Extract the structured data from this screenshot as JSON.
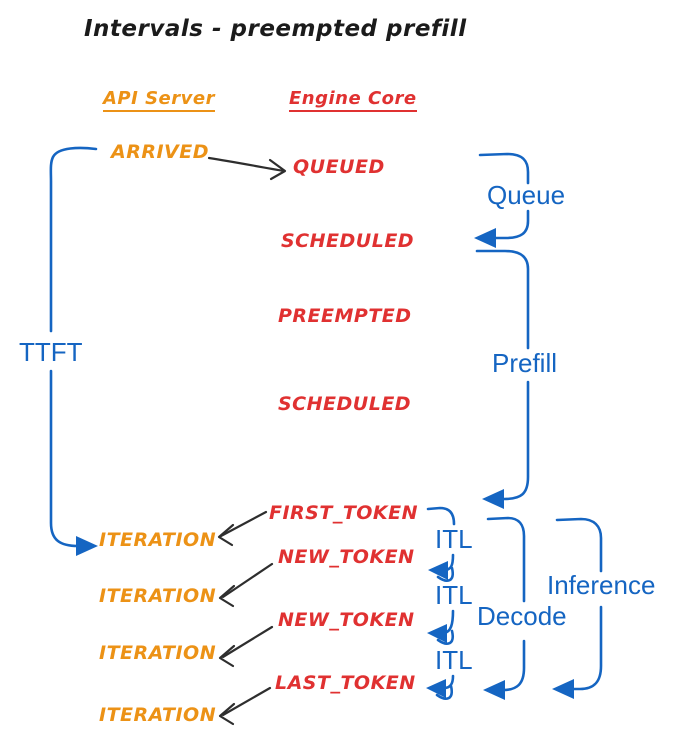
{
  "title": "Intervals - preempted prefill",
  "columns": {
    "api_server": "API Server",
    "engine_core": "Engine Core"
  },
  "events": {
    "arrived": "ARRIVED",
    "queued": "QUEUED",
    "scheduled1": "SCHEDULED",
    "preempted": "PREEMPTED",
    "scheduled2": "SCHEDULED",
    "first_token": "FIRST_TOKEN",
    "new_token1": "NEW_TOKEN",
    "new_token2": "NEW_TOKEN",
    "last_token": "LAST_TOKEN",
    "iteration1": "ITERATION",
    "iteration2": "ITERATION",
    "iteration3": "ITERATION",
    "iteration4": "ITERATION"
  },
  "intervals": {
    "ttft": "TTFT",
    "queue": "Queue",
    "prefill": "Prefill",
    "itl1": "ITL",
    "itl2": "ITL",
    "itl3": "ITL",
    "decode": "Decode",
    "inference": "Inference"
  },
  "colors": {
    "api_server_orange": "#EC9216",
    "engine_core_red": "#E03131",
    "interval_blue": "#1565C2",
    "arrow_black": "#2E2E2E",
    "title_black": "#1B1B1B",
    "background": "#FFFFFF"
  }
}
